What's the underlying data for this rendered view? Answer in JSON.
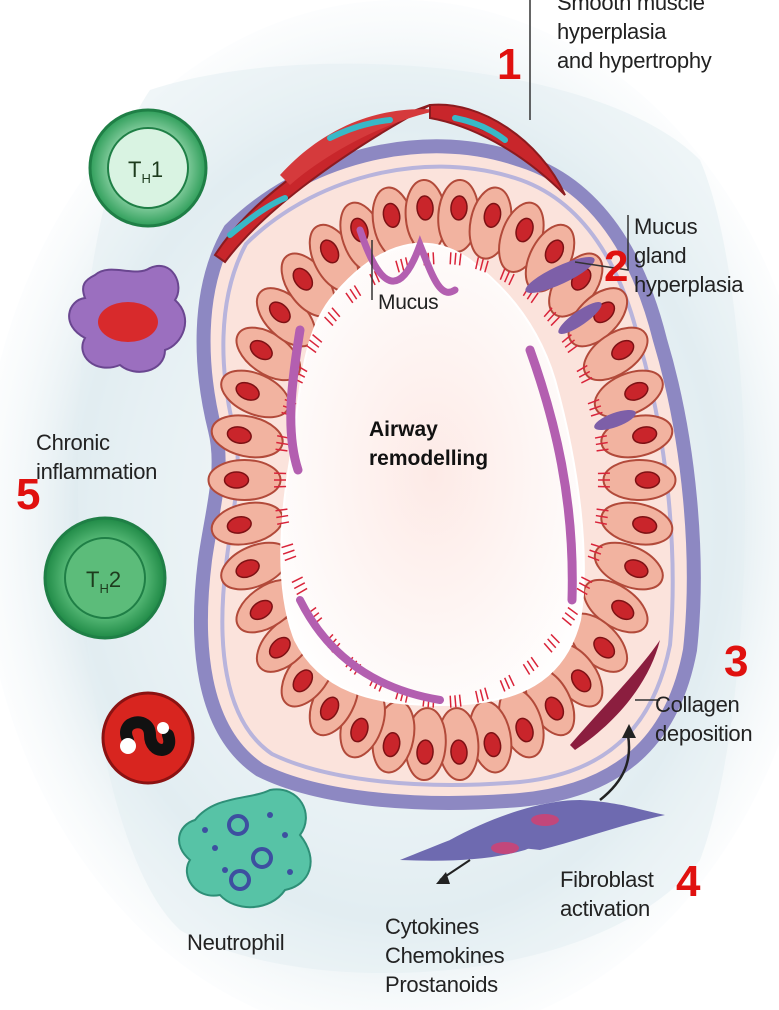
{
  "diagram": {
    "center_label": [
      "Airway",
      "remodelling"
    ],
    "labels": {
      "smooth_muscle": [
        "Smooth muscle",
        "hyperplasia",
        "and hypertrophy"
      ],
      "mucus_gland": [
        "Mucus",
        "gland",
        "hyperplasia"
      ],
      "mucus": "Mucus",
      "chronic_inflammation": [
        "Chronic",
        "inflammation"
      ],
      "collagen": [
        "Collagen",
        "deposition"
      ],
      "fibroblast": [
        "Fibroblast",
        "activation"
      ],
      "mediators": [
        "Cytokines",
        "Chemokines",
        "Prostanoids"
      ],
      "neutrophil": "Neutrophil"
    },
    "numbers": [
      "1",
      "2",
      "3",
      "4",
      "5"
    ],
    "cells": {
      "th1": {
        "main": "T",
        "sub": "H",
        "suffix": "1"
      },
      "th2": {
        "main": "T",
        "sub": "H",
        "suffix": "2"
      }
    },
    "colors": {
      "number": "#e0110f",
      "membrane": "#7f7ab8",
      "epithelium": "#f2b3a0",
      "nucleus": "#c9252b",
      "mucus": "#b35fb0",
      "muscle": "#c8262b",
      "background_glow": "#e3eef2"
    }
  }
}
